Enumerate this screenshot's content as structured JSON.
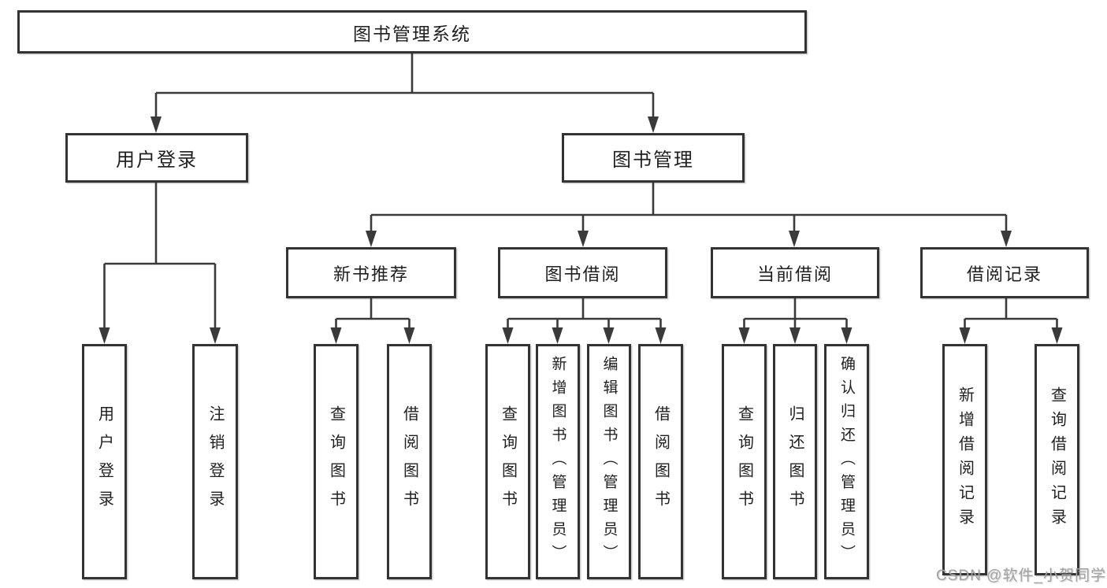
{
  "nodes": {
    "root": "图书管理系统",
    "l2": [
      "用户登录",
      "图书管理"
    ],
    "l3": [
      "新书推荐",
      "图书借阅",
      "当前借阅",
      "借阅记录"
    ],
    "leaf": [
      "用户登录",
      "注销登录",
      "查询图书",
      "借阅图书",
      "查询图书",
      "新增图书（管理员）",
      "编辑图书（管理员）",
      "借阅图书",
      "查询图书",
      "归还图书",
      "确认归还（管理员）",
      "新增借阅记录",
      "查询借阅记录"
    ]
  },
  "watermark": {
    "text": "CSDN @软件_小贺同学"
  },
  "colors": {
    "line": "#3a3a3a",
    "box_border": "#333333",
    "text": "#1f1f1f",
    "watermark": "#a3a3a3",
    "background": "#ffffff"
  }
}
